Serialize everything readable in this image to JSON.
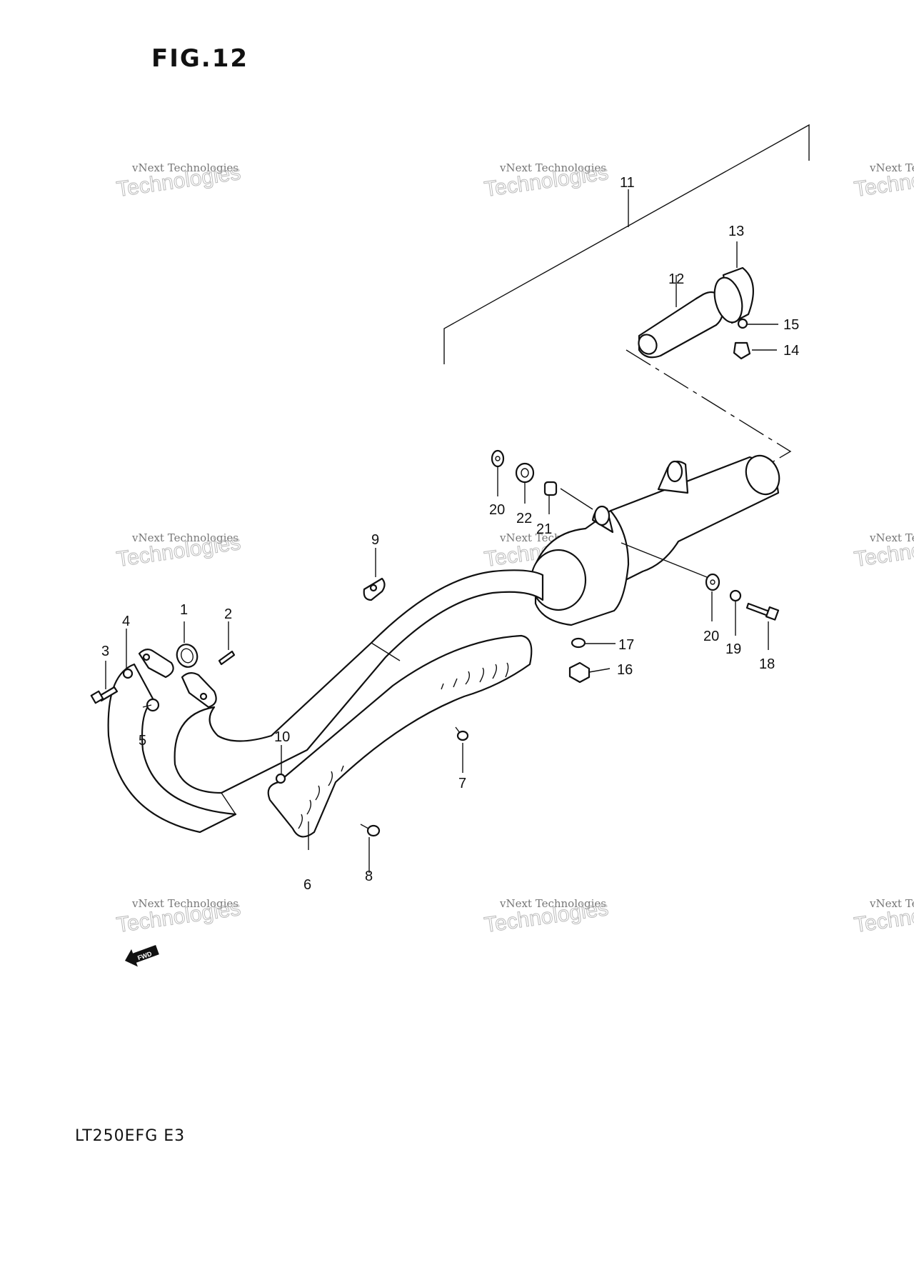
{
  "figure_title": "FIG.12",
  "model_code": "LT250EFG  E3",
  "watermark": {
    "line1": "vNext Technologies",
    "line2": "Technologies",
    "line3": "vNext"
  },
  "fwd_label": "FWD",
  "callouts": [
    "1",
    "2",
    "3",
    "4",
    "5",
    "6",
    "7",
    "8",
    "9",
    "10",
    "11",
    "12",
    "13",
    "14",
    "15",
    "16",
    "17",
    "18",
    "19",
    "20",
    "20",
    "21",
    "22"
  ],
  "colors": {
    "ink": "#111111",
    "paper": "#ffffff",
    "watermark": "#bbbbbb"
  }
}
